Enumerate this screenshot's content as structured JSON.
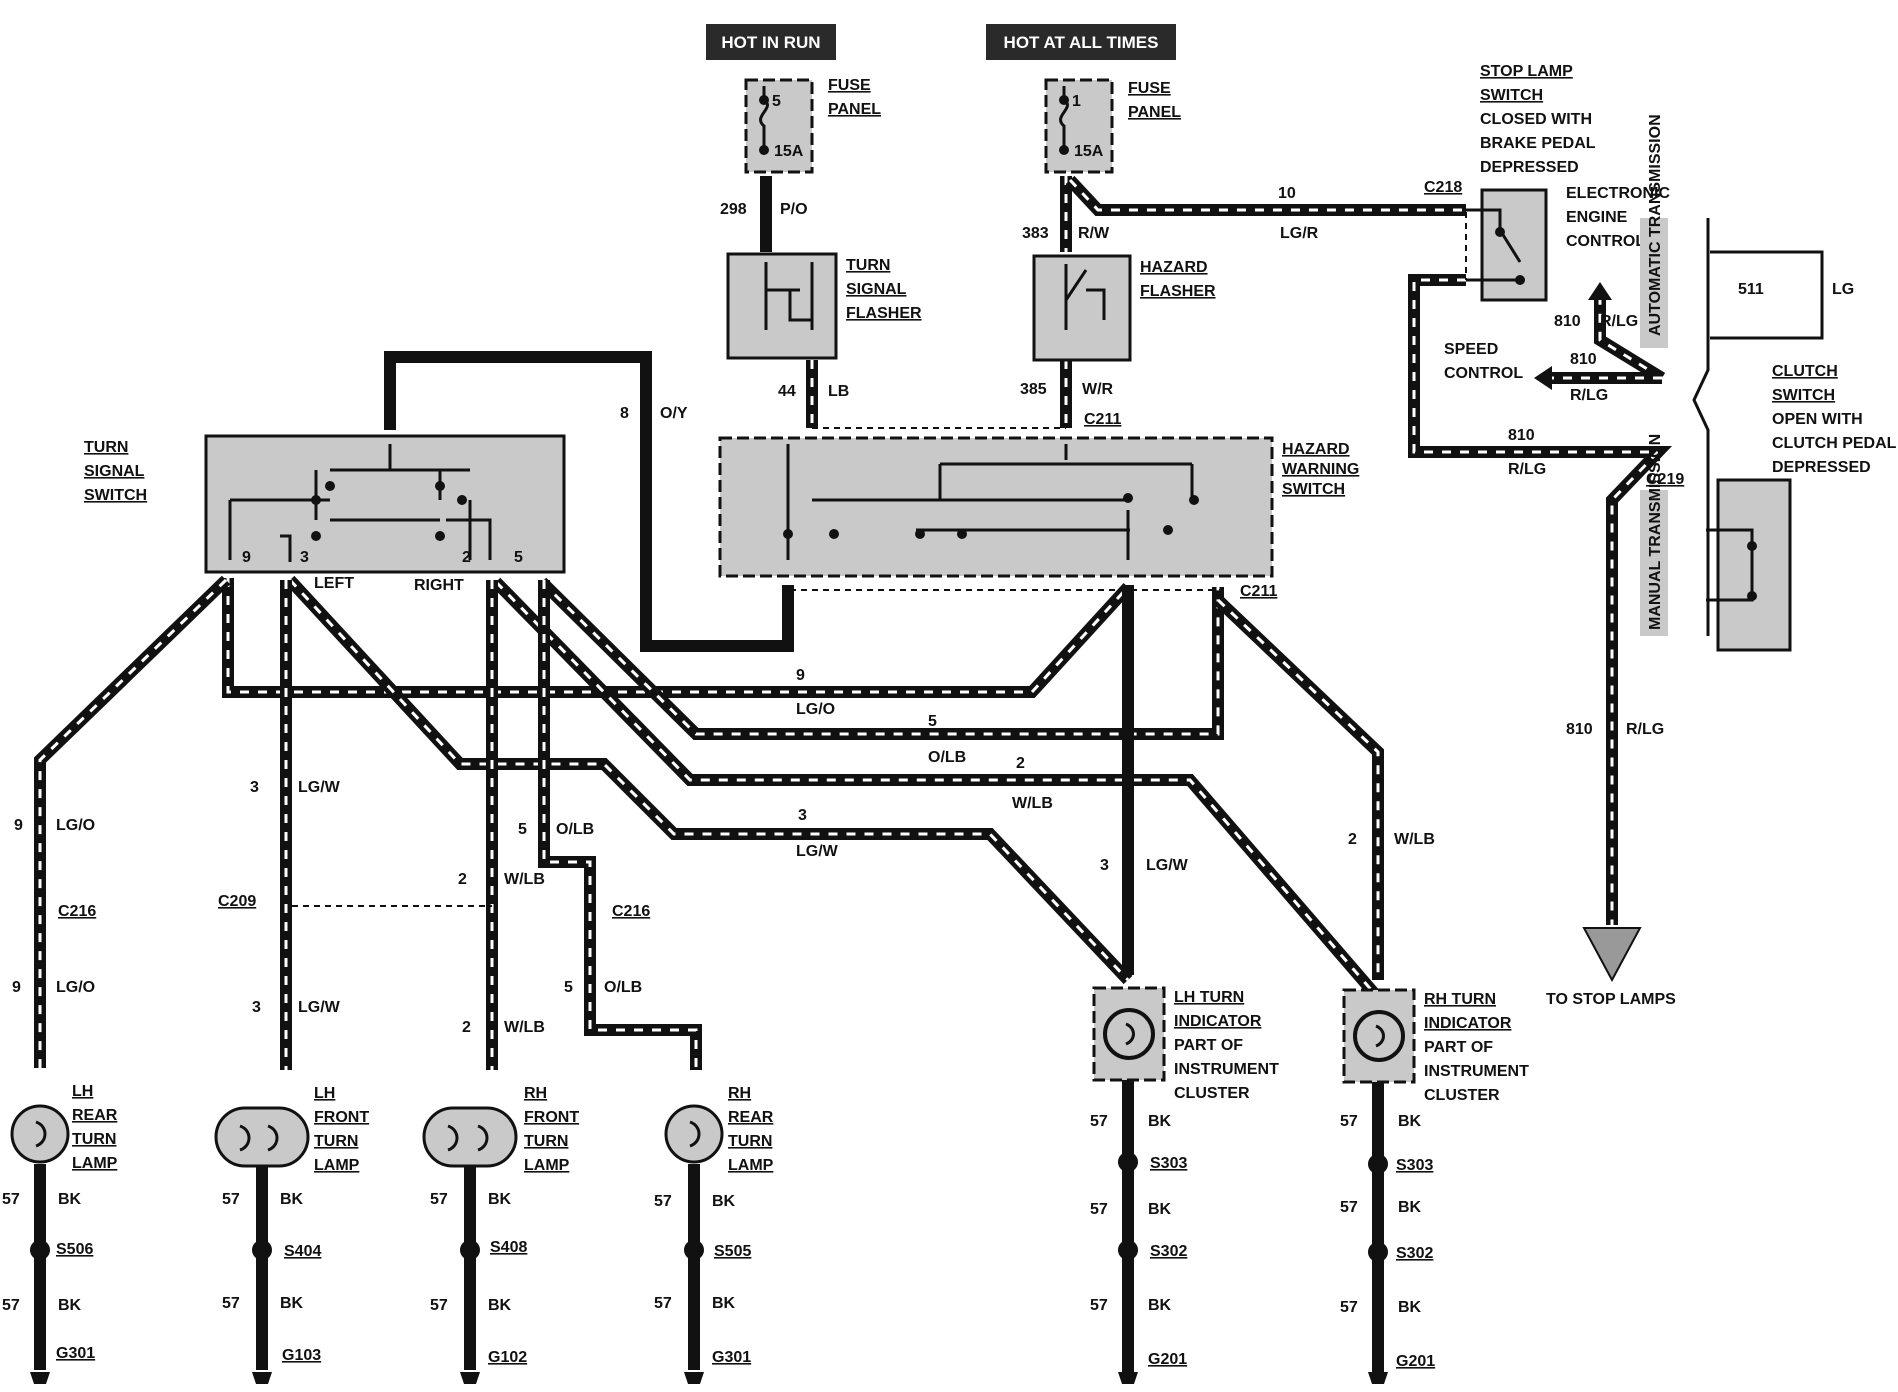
{
  "headers": {
    "hot_in_run": "HOT IN RUN",
    "hot_at_all_times": "HOT AT ALL TIMES"
  },
  "fuse1": {
    "l1": "FUSE",
    "l2": "PANEL",
    "num": "5",
    "amps": "15A"
  },
  "fuse2": {
    "l1": "FUSE",
    "l2": "PANEL",
    "num": "1",
    "amps": "15A"
  },
  "turn_signal_flasher": {
    "l1": "TURN",
    "l2": "SIGNAL",
    "l3": "FLASHER"
  },
  "hazard_flasher": {
    "l1": "HAZARD",
    "l2": "FLASHER"
  },
  "hazard_switch": {
    "l1": "HAZARD",
    "l2": "WARNING",
    "l3": "SWITCH"
  },
  "turn_signal_switch": {
    "l1": "TURN",
    "l2": "SIGNAL",
    "l3": "SWITCH",
    "left": "LEFT",
    "right": "RIGHT",
    "p9": "9",
    "p3": "3",
    "p2": "2",
    "p5": "5"
  },
  "stop_lamp_switch": {
    "l1": "STOP LAMP",
    "l2": "SWITCH",
    "l3": "CLOSED WITH",
    "l4": "BRAKE PEDAL",
    "l5": "DEPRESSED"
  },
  "eec": {
    "l1": "ELECTRONIC",
    "l2": "ENGINE",
    "l3": "CONTROL"
  },
  "speed_control": {
    "l1": "SPEED",
    "l2": "CONTROL"
  },
  "clutch_switch": {
    "l1": "CLUTCH",
    "l2": "SWITCH",
    "l3": "OPEN WITH",
    "l4": "CLUTCH PEDAL",
    "l5": "DEPRESSED"
  },
  "trans": {
    "auto": "AUTOMATIC TRANSMISSION",
    "manual": "MANUAL TRANSMISSION"
  },
  "to_stop_lamps": "TO STOP LAMPS",
  "connectors": {
    "c218": "C218",
    "c211a": "C211",
    "c211b": "C211",
    "c219": "C219",
    "c216a": "C216",
    "c216b": "C216",
    "c209": "C209"
  },
  "wires": {
    "w298": "298",
    "p_o": "P/O",
    "w383": "383",
    "r_w": "R/W",
    "w10": "10",
    "lg_r": "LG/R",
    "w44": "44",
    "lb": "LB",
    "w385": "385",
    "w_r": "W/R",
    "w8": "8",
    "o_y": "O/Y",
    "w511": "511",
    "lg": "LG",
    "w810a": "810",
    "r_lg_a": "R/LG",
    "w810b": "810",
    "r_lg_b": "R/LG",
    "w810c": "810",
    "r_lg_c": "R/LG",
    "w810d": "810",
    "r_lg_d": "R/LG",
    "h9": "9",
    "h9c": "LG/O",
    "h5": "5",
    "h5c": "O/LB",
    "h2": "2",
    "h2c": "W/LB",
    "h3": "3",
    "h3c": "LG/W",
    "lr9a": "9",
    "lr9ac": "LG/O",
    "lr9b": "9",
    "lr9bc": "LG/O",
    "lf3a": "3",
    "lf3ac": "LG/W",
    "lf3b": "3",
    "lf3bc": "LG/W",
    "rf2a": "2",
    "rf2ac": "W/LB",
    "rf2b": "2",
    "rf2bc": "W/LB",
    "rr5a": "5",
    "rr5ac": "O/LB",
    "rr5b": "5",
    "rr5bc": "O/LB",
    "lhi3": "3",
    "lhi3c": "LG/W",
    "rhi2": "2",
    "rhi2c": "W/LB"
  },
  "lamps": {
    "lh_rear": {
      "l1": "LH",
      "l2": "REAR",
      "l3": "TURN",
      "l4": "LAMP",
      "w1": "57",
      "c1": "BK",
      "splice": "S506",
      "w2": "57",
      "c2": "BK",
      "ground": "G301"
    },
    "lh_front": {
      "l1": "LH",
      "l2": "FRONT",
      "l3": "TURN",
      "l4": "LAMP",
      "w1": "57",
      "c1": "BK",
      "splice": "S404",
      "w2": "57",
      "c2": "BK",
      "ground": "G103"
    },
    "rh_front": {
      "l1": "RH",
      "l2": "FRONT",
      "l3": "TURN",
      "l4": "LAMP",
      "w1": "57",
      "c1": "BK",
      "splice": "S408",
      "w2": "57",
      "c2": "BK",
      "ground": "G102"
    },
    "rh_rear": {
      "l1": "RH",
      "l2": "REAR",
      "l3": "TURN",
      "l4": "LAMP",
      "w1": "57",
      "c1": "BK",
      "splice": "S505",
      "w2": "57",
      "c2": "BK",
      "ground": "G301"
    }
  },
  "indicators": {
    "lh": {
      "l1": "LH TURN",
      "l2": "INDICATOR",
      "l3": "PART OF",
      "l4": "INSTRUMENT",
      "l5": "CLUSTER",
      "w1": "57",
      "c1": "BK",
      "s1": "S303",
      "w2": "57",
      "c2": "BK",
      "s2": "S302",
      "w3": "57",
      "c3": "BK",
      "ground": "G201"
    },
    "rh": {
      "l1": "RH TURN",
      "l2": "INDICATOR",
      "l3": "PART OF",
      "l4": "INSTRUMENT",
      "l5": "CLUSTER",
      "w1": "57",
      "c1": "BK",
      "s1": "S303",
      "w2": "57",
      "c2": "BK",
      "s2": "S302",
      "w3": "57",
      "c3": "BK",
      "ground": "G201"
    }
  }
}
